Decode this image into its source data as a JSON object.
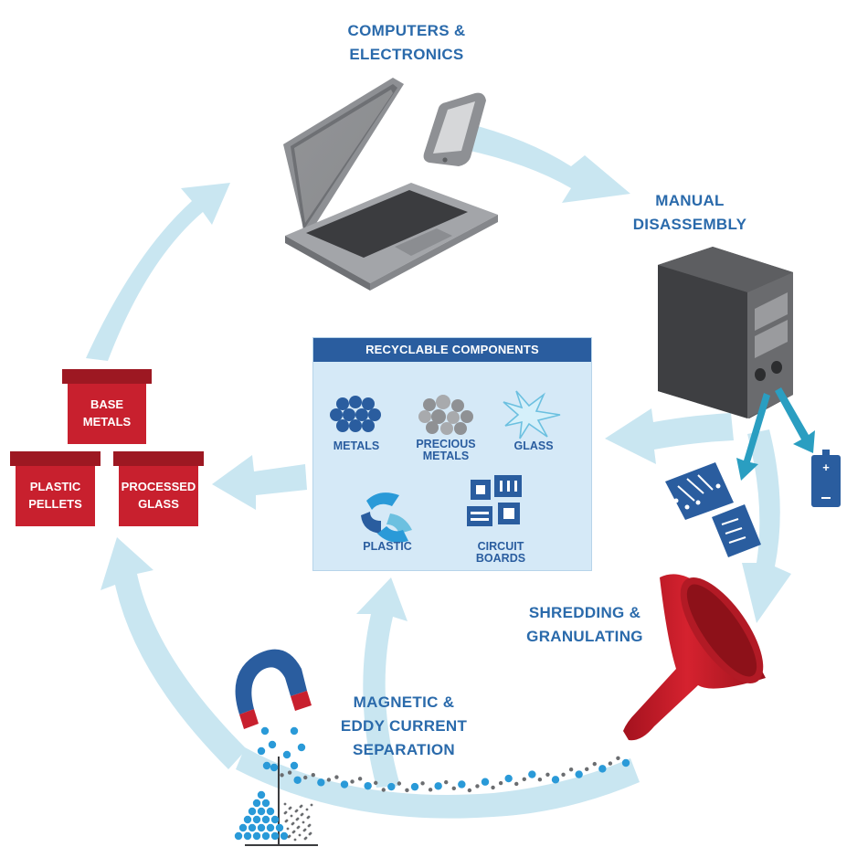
{
  "stages": {
    "computers": [
      "COMPUTERS &",
      "ELECTRONICS"
    ],
    "disassembly": [
      "MANUAL",
      "DISASSEMBLY"
    ],
    "shredding": [
      "SHREDDING &",
      "GRANULATING"
    ],
    "separation": [
      "MAGNETIC &",
      "EDDY CURRENT",
      "SEPARATION"
    ]
  },
  "panel": {
    "title": "RECYCLABLE COMPONENTS",
    "items": [
      {
        "key": "metals",
        "lines": [
          "METALS"
        ]
      },
      {
        "key": "precious",
        "lines": [
          "PRECIOUS",
          "METALS"
        ]
      },
      {
        "key": "glass",
        "lines": [
          "GLASS"
        ]
      },
      {
        "key": "plastic",
        "lines": [
          "PLASTIC"
        ]
      },
      {
        "key": "boards",
        "lines": [
          "CIRCUIT",
          "BOARDS"
        ]
      }
    ]
  },
  "bins": {
    "base": [
      "BASE",
      "METALS"
    ],
    "plastic": [
      "PLASTIC",
      "PELLETS"
    ],
    "glass": [
      "PROCESSED",
      "GLASS"
    ]
  },
  "colors": {
    "arrow": "#c9e6f1",
    "label_blue": "#2a6aab",
    "panel_bg": "#d5e9f7",
    "panel_header": "#2a5d9f",
    "bin_red": "#c8202e",
    "bin_lid": "#9d1822",
    "particle_blue": "#2a9ad8",
    "laptop_gray": "#8e9094",
    "tower_gray": "#4a4b4e"
  }
}
